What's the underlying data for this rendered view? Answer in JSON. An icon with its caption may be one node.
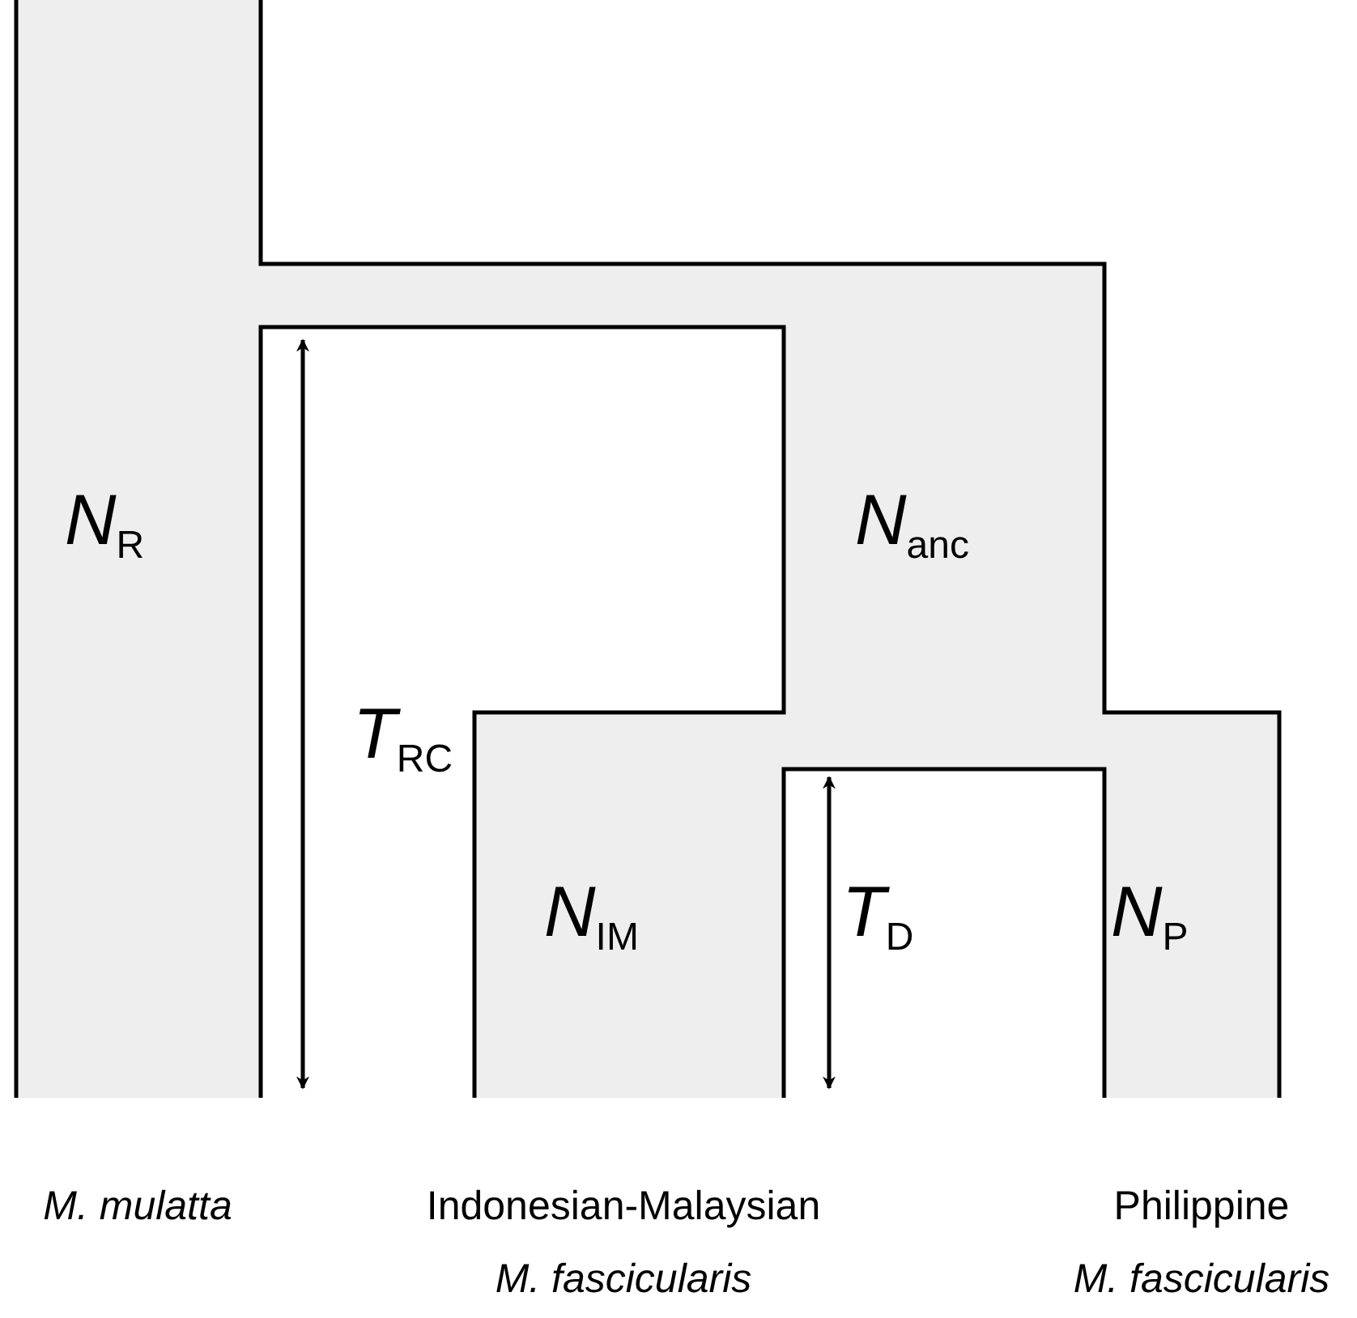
{
  "diagram": {
    "labels": [
      "*N*$_{R}$",
      "*N*$_{anc}$",
      "*T*$_{RC}$",
      "*N*$_{IM}$",
      "*T*$_{D}$",
      "*N*$_{P}$",
      "M. mulatta",
      "Indonesian-Malaysian",
      "Philippine",
      "M. fascicularis",
      "M. fascicularis"
    ]
  }
}
